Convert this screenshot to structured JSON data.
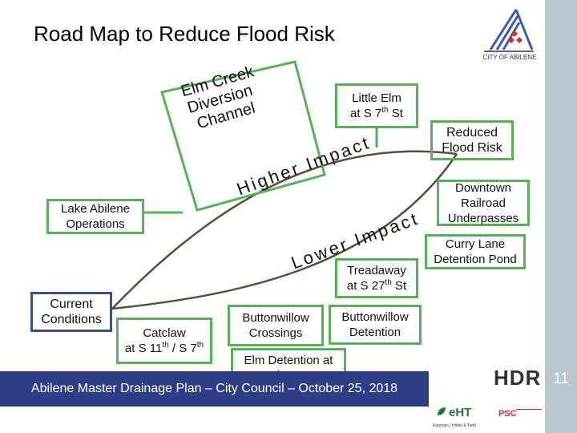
{
  "title": "Road Map to Reduce Flood Risk",
  "logo": {
    "city": "CITY OF ABILENE"
  },
  "nodes": {
    "little_elm": {
      "line1": "Little Elm",
      "line2_pre": "at S 7",
      "line2_sup": "th",
      "line2_post": " St"
    },
    "reduced": {
      "line1": "Reduced",
      "line2": "Flood Risk"
    },
    "downtown": {
      "line1": "Downtown",
      "line2": "Railroad",
      "line3": "Underpasses"
    },
    "lake": {
      "line1": "Lake Abilene",
      "line2": "Operations"
    },
    "curry": {
      "line1": "Curry Lane",
      "line2": "Detention Pond"
    },
    "treadaway": {
      "line1": "Treadaway",
      "line2_pre": "at S 27",
      "line2_sup": "th",
      "line2_post": " St"
    },
    "current": {
      "line1": "Current",
      "line2": "Conditions"
    },
    "catclaw": {
      "line1": "Catclaw",
      "line2_pre": "at S 11",
      "line2_sup1": "th",
      "line2_mid": " / S 7",
      "line2_sup2": "th"
    },
    "bw_crossings": {
      "line1": "Buttonwillow",
      "line2": "Crossings"
    },
    "bw_detention": {
      "line1": "Buttonwillow",
      "line2": "Detention"
    },
    "elm_detention": {
      "line1": "Elm Detention at",
      "line2": "Southwest Dr"
    },
    "elm_creek": {
      "line1": "Elm Creek",
      "line2": "Diversion",
      "line3": "Channel"
    }
  },
  "paths": {
    "higher": "Higher Impact",
    "lower": "Lower Impact"
  },
  "footer": "Abilene Master Drainage Plan – City Council – October 25, 2018",
  "page_number": "11",
  "sponsors": {
    "hdr": "HDR",
    "eht": "eHT",
    "eht_sub": "Enprotec / Hibbs & Todd",
    "psc": "PSC"
  },
  "colors": {
    "green": "#58b058",
    "navy": "#2d3e86",
    "red": "#d62b2b",
    "bar": "#bcc6ce"
  }
}
